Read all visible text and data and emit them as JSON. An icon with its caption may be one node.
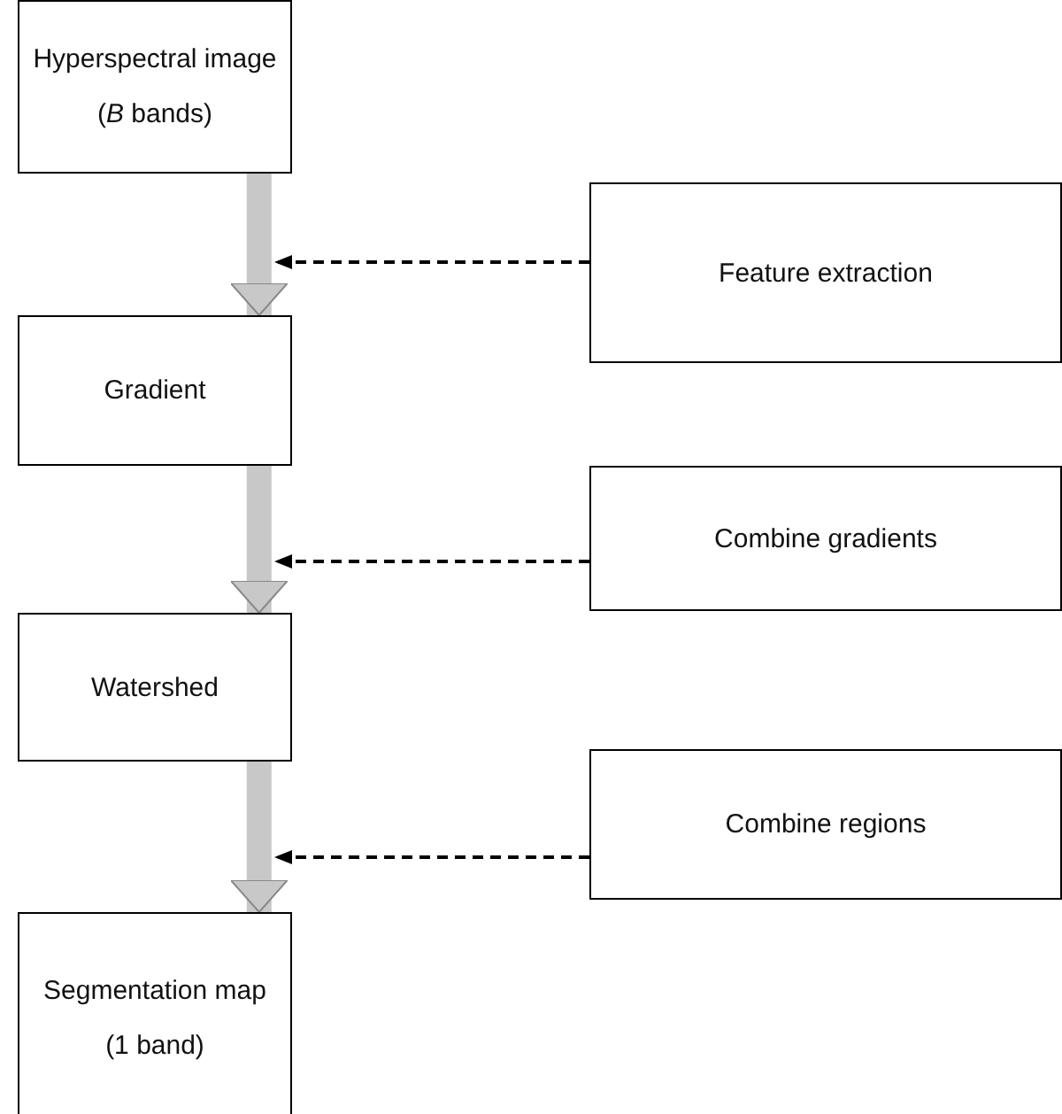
{
  "diagram": {
    "nodes": [
      {
        "text": [
          "Hyperspectral image",
          "(*B* bands)"
        ]
      },
      {
        "text": [
          "Gradient"
        ]
      },
      {
        "text": [
          "Watershed"
        ]
      },
      {
        "text": [
          "Segmentation map",
          "(1 band)"
        ]
      },
      {
        "text": [
          "Feature extraction"
        ]
      },
      {
        "text": [
          "Combine gradients"
        ]
      },
      {
        "text": [
          "Combine regions"
        ]
      }
    ],
    "edges": [
      {
        "from": 0,
        "to": 1,
        "arrow": "to",
        "style": "thick",
        "color": "#c8c8c8"
      },
      {
        "from": 1,
        "to": 2,
        "arrow": "to",
        "style": "thick",
        "color": "#c8c8c8"
      },
      {
        "from": 2,
        "to": 3,
        "arrow": "to",
        "style": "thick",
        "color": "#c8c8c8"
      },
      {
        "from": 4,
        "to": null,
        "arrow": "to",
        "style": "dashed",
        "color": "#000000"
      },
      {
        "from": 5,
        "to": null,
        "arrow": "to",
        "style": "dashed",
        "color": "#000000"
      },
      {
        "from": 6,
        "to": null,
        "arrow": "to",
        "style": "dashed",
        "color": "#000000"
      }
    ]
  }
}
